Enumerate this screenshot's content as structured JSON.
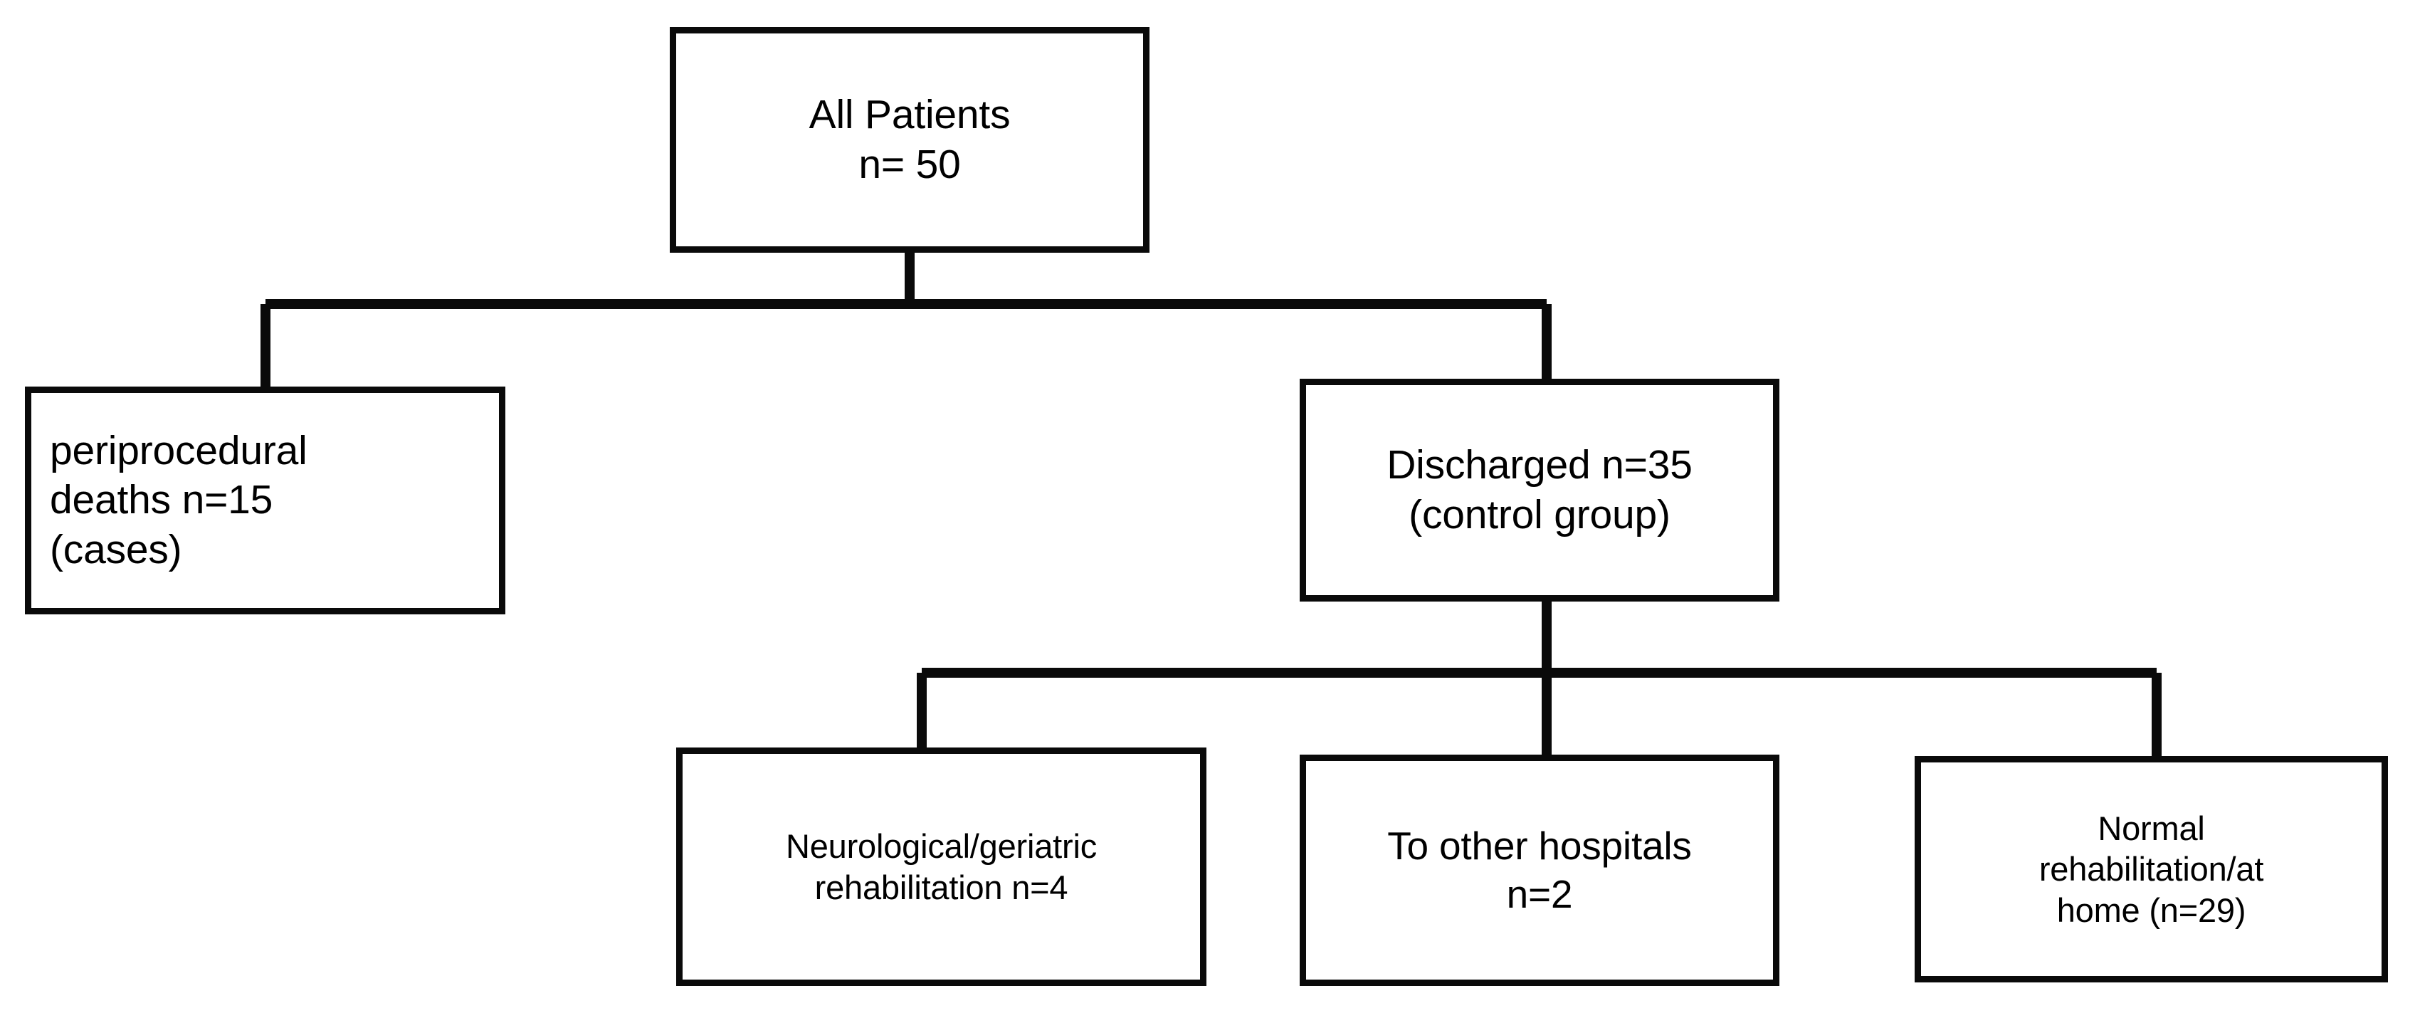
{
  "diagram": {
    "type": "flowchart",
    "title": "Patient disposition flow chart",
    "background_color": "#ffffff",
    "line_color": "#0a0a0a",
    "text_color": "#000000",
    "nodes": [
      {
        "id": "all-patients",
        "label": "All Patients\nn= 50",
        "count": 50,
        "align": "center"
      },
      {
        "id": "periprocedural-deaths",
        "label": "periprocedural\ndeaths n=15\n(cases)",
        "count": 15,
        "align": "left"
      },
      {
        "id": "discharged",
        "label": "Discharged n=35\n(control group)",
        "count": 35,
        "align": "center"
      },
      {
        "id": "neuro-geriatric-rehab",
        "label": "Neurological/geriatric\nrehabilitation n=4",
        "count": 4,
        "align": "center"
      },
      {
        "id": "other-hospitals",
        "label": "To other hospitals\nn=2",
        "count": 2,
        "align": "center"
      },
      {
        "id": "normal-rehab-home",
        "label": "Normal\nrehabilitation/at\nhome  (n=29)",
        "count": 29,
        "align": "center"
      }
    ],
    "edges": [
      {
        "from": "all-patients",
        "to": "periprocedural-deaths"
      },
      {
        "from": "all-patients",
        "to": "discharged"
      },
      {
        "from": "discharged",
        "to": "neuro-geriatric-rehab"
      },
      {
        "from": "discharged",
        "to": "other-hospitals"
      },
      {
        "from": "discharged",
        "to": "normal-rehab-home"
      }
    ]
  }
}
